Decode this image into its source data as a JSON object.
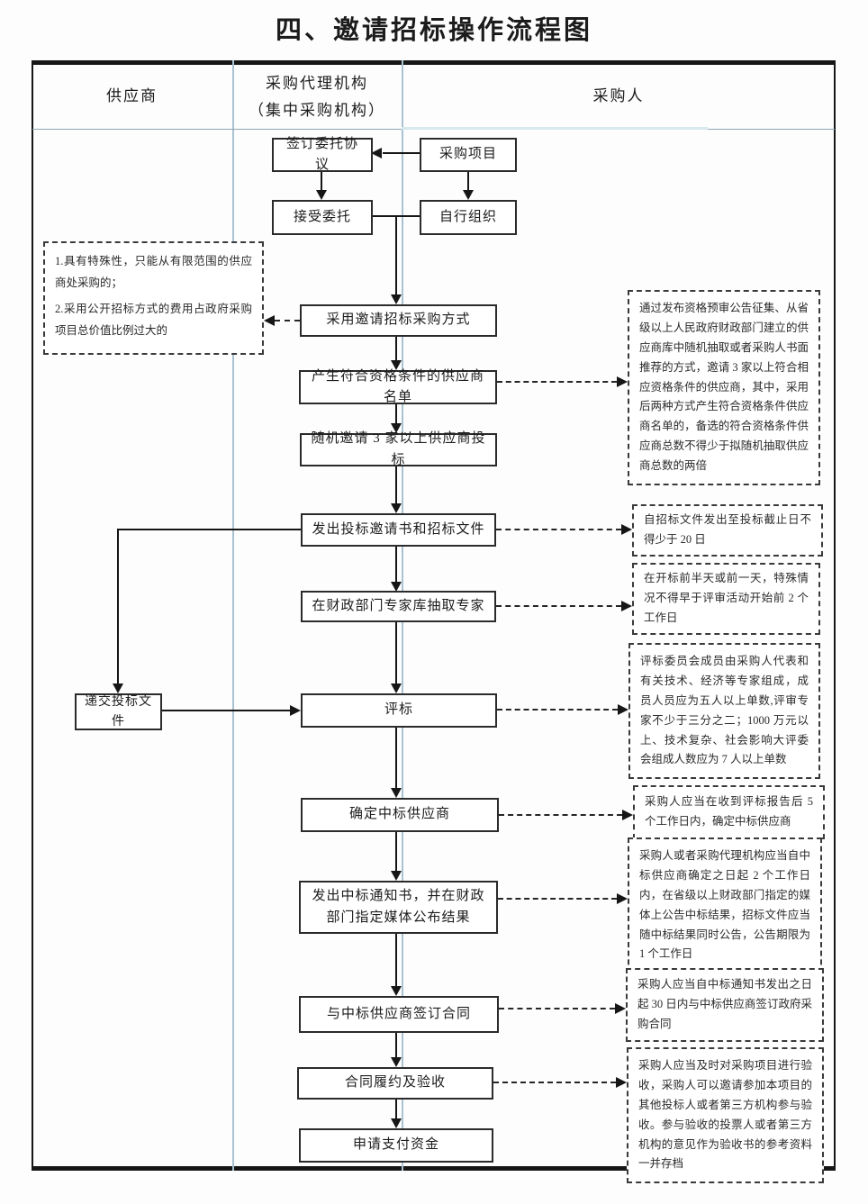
{
  "title": "四、邀请招标操作流程图",
  "columns": {
    "supplier": "供应商",
    "agency_line1": "采购代理机构",
    "agency_line2": "（集中采购机构）",
    "purchaser": "采购人"
  },
  "nodes": {
    "sign_agreement": "签订委托协议",
    "procurement_project": "采购项目",
    "accept_delegation": "接受委托",
    "self_organize": "自行组织",
    "adopt_method": "采用邀请招标采购方式",
    "generate_list": "产生符合资格条件的供应商名单",
    "random_invite": "随机邀请 3 家以上供应商投标",
    "issue_invitation": "发出投标邀请书和招标文件",
    "draw_experts": "在财政部门专家库抽取专家",
    "submit_bid": "递交投标文件",
    "evaluation": "评标",
    "determine_winner": "确定中标供应商",
    "issue_notice": "发出中标通知书，并在财政部门指定媒体公布结果",
    "sign_contract": "与中标供应商签订合同",
    "performance_acceptance": "合同履约及验收",
    "apply_payment": "申请支付资金"
  },
  "annotations": {
    "invite_conditions": {
      "item1": "1.具有特殊性，只能从有限范围的供应商处采购的；",
      "item2": "2.采用公开招标方式的费用占政府采购项目总价值比例过大的"
    },
    "supplier_list_rule": "通过发布资格预审公告征集、从省级以上人民政府财政部门建立的供应商库中随机抽取或者采购人书面推荐的方式，邀请 3 家以上符合相应资格条件的供应商，其中，采用后两种方式产生符合资格条件供应商名单的，备选的符合资格条件供应商总数不得少于拟随机抽取供应商总数的两倍",
    "deadline_rule": "自招标文件发出至投标截止日不得少于 20 日",
    "expert_draw_rule": "在开标前半天或前一天，特殊情况不得早于评审活动开始前 2 个工作日",
    "evaluation_committee_rule": "评标委员会成员由采购人代表和有关技术、经济等专家组成，成员人员应为五人以上单数,评审专家不少于三分之二；1000 万元以上、技术复杂、社会影响大评委会组成人数应为 7 人以上单数",
    "determine_winner_rule": "采购人应当在收到评标报告后 5 个工作日内，确定中标供应商",
    "announcement_rule": "采购人或者采购代理机构应当自中标供应商确定之日起 2 个工作日内，在省级以上财政部门指定的媒体上公告中标结果，招标文件应当随中标结果同时公告，公告期限为 1 个工作日",
    "contract_rule": "采购人应当自中标通知书发出之日起 30 日内与中标供应商签订政府采购合同",
    "acceptance_rule": "采购人应当及时对采购项目进行验收，采购人可以邀请参加本项目的其他投标人或者第三方机构参与验收。参与验收的投票人或者第三方机构的意见作为验收书的参考资料 一并存档"
  }
}
